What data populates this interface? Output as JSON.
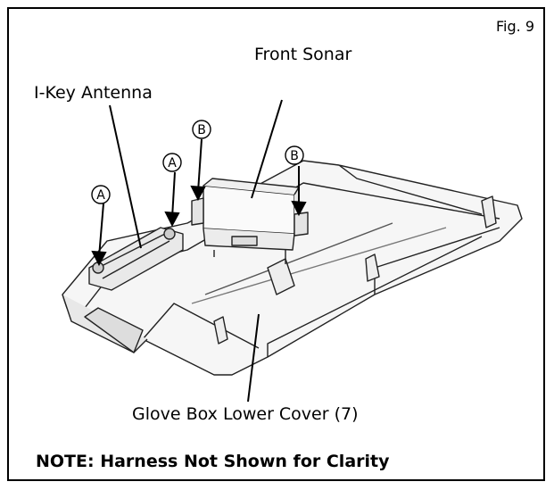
{
  "figure_label": "Fig. 9",
  "labels": {
    "front_sonar": "Front Sonar",
    "ikey_antenna": "I-Key Antenna",
    "glove_box": "Glove Box Lower Cover (7)"
  },
  "callouts": {
    "a1": "A",
    "a2": "A",
    "b1": "B",
    "b2": "B"
  },
  "note": "NOTE: Harness Not Shown for Clarity"
}
